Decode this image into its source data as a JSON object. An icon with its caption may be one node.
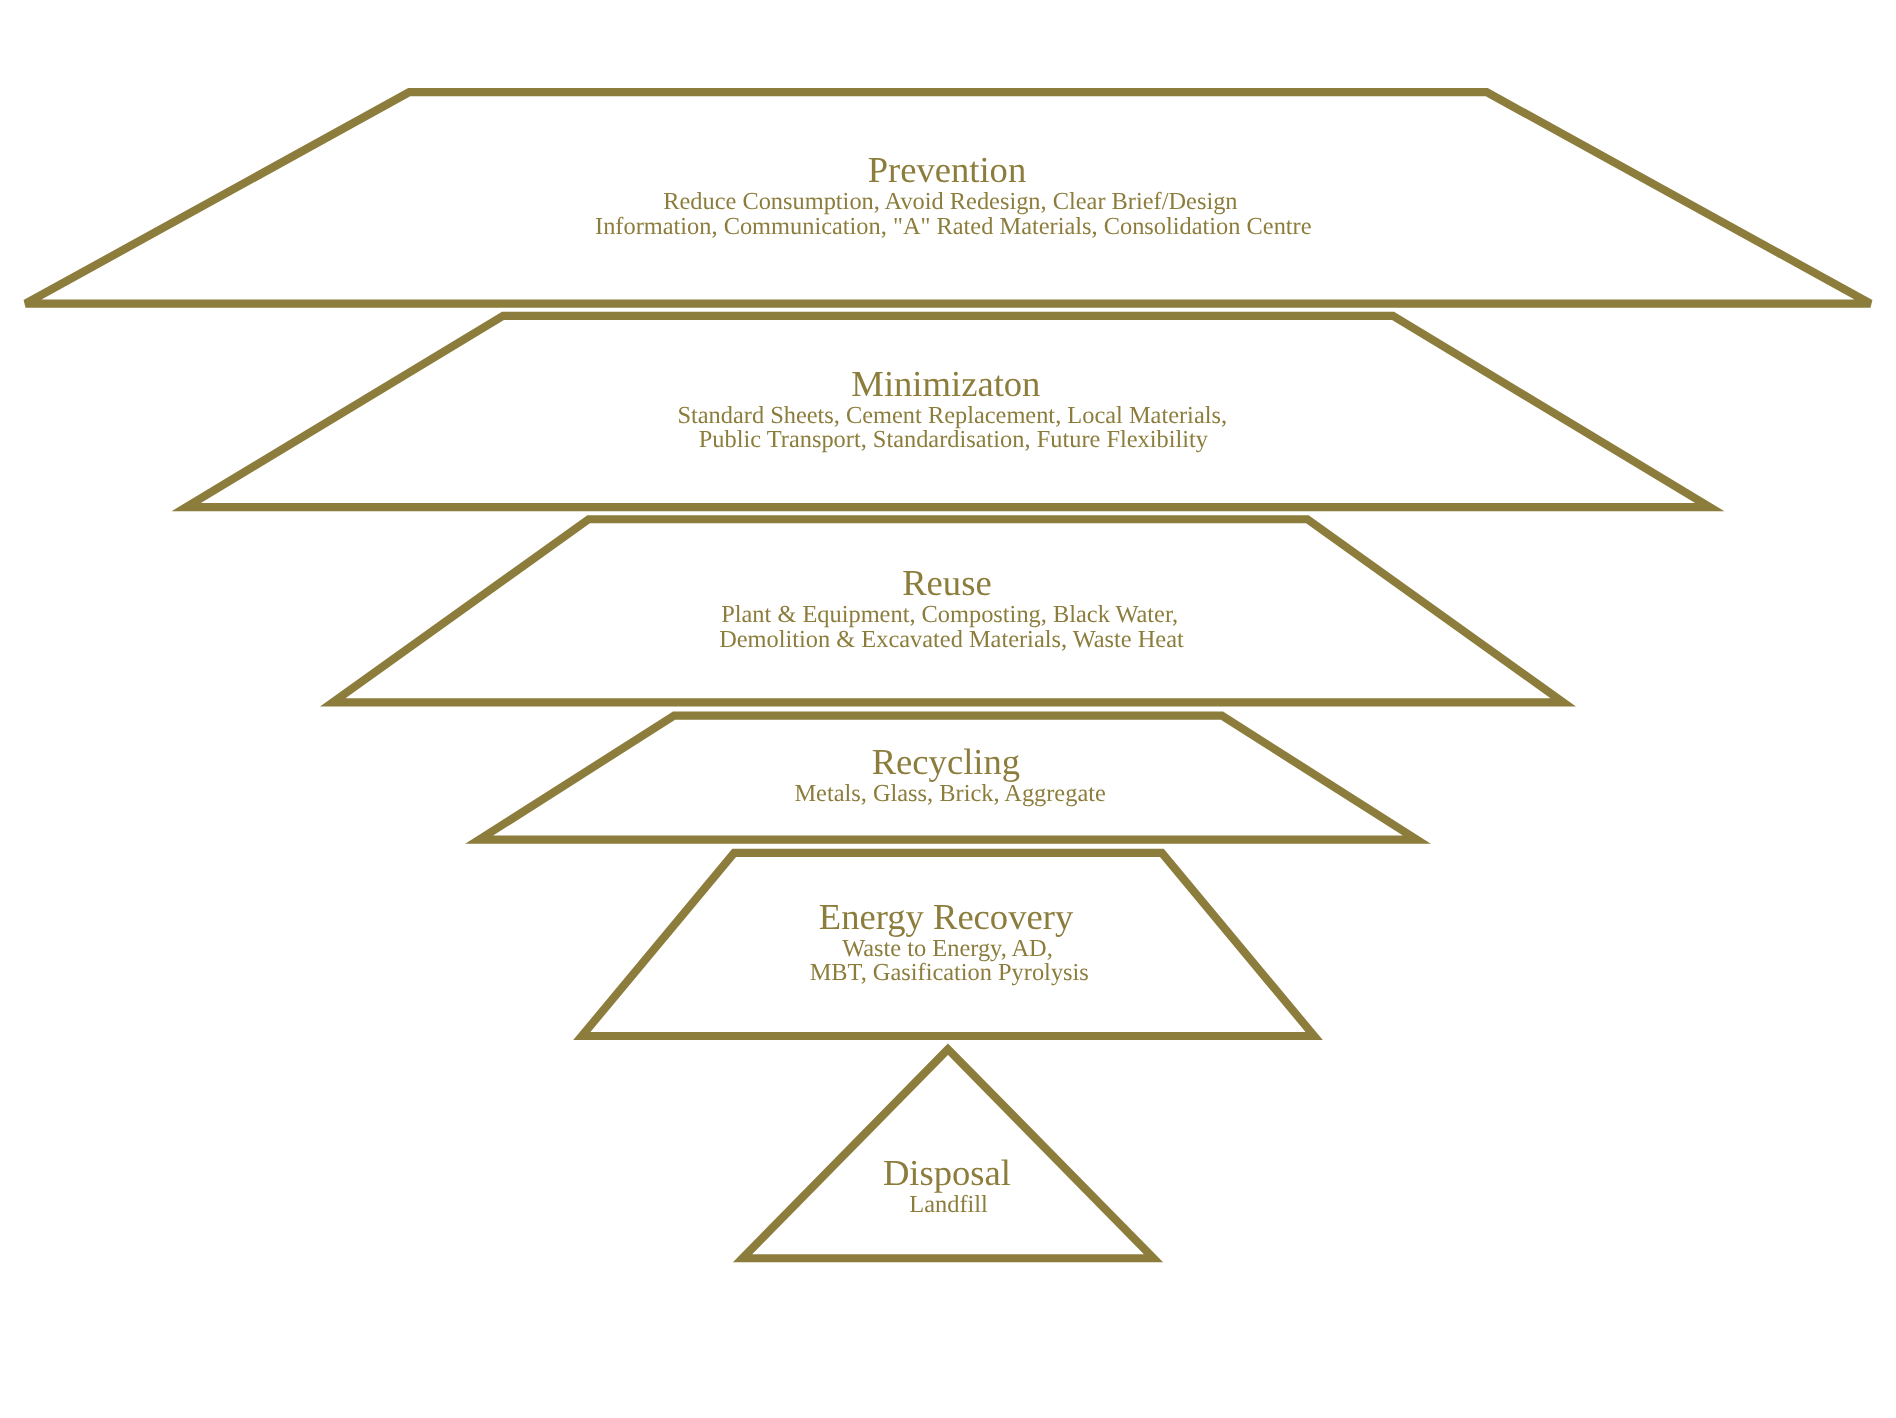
{
  "diagram": {
    "nodes": [
      {
        "text": [
          "Disposal",
          "Landfill"
        ]
      },
      {
        "text": [
          "Energy Recovery",
          "Waste to Energy, AD, MBT, Gasification Pyrolysis"
        ]
      },
      {
        "text": [
          "Recycling",
          "Metals, Glass, Brick, Aggregate"
        ]
      },
      {
        "text": [
          "Reuse",
          "Plant & Equipment, Composting, Black Water, Demolition & Excavated Materials, Waste Heat"
        ]
      },
      {
        "text": [
          "Minimizaton",
          "Standard Sheets, Cement Replacement, Local Materials, Public Transport, Standardisation, Future Flexibility"
        ]
      },
      {
        "text": [
          "Prevention",
          "Reduce Consumption, Avoid Redesign, Clear Brief/Design Information, Communication, \"A\" Rated Materials, Consolidation Centre"
        ]
      }
    ]
  }
}
